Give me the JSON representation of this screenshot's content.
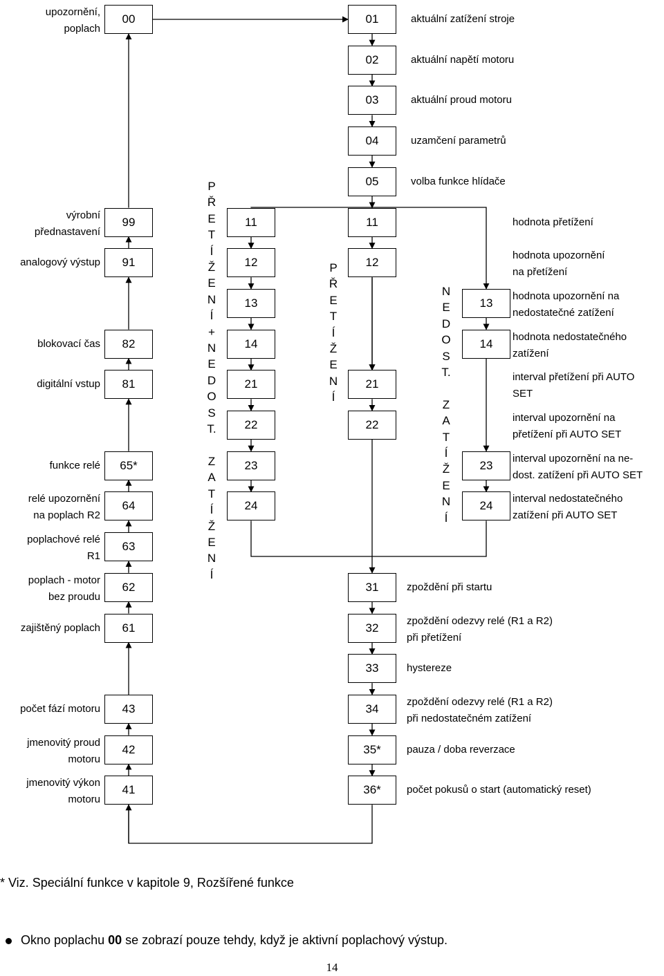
{
  "boxes": [
    {
      "id": "00",
      "label": "00",
      "col": "a",
      "row": 0
    },
    {
      "id": "99",
      "label": "99",
      "col": "a",
      "row": 5
    },
    {
      "id": "91",
      "label": "91",
      "col": "a",
      "row": 6
    },
    {
      "id": "82",
      "label": "82",
      "col": "a",
      "row": 8
    },
    {
      "id": "81",
      "label": "81",
      "col": "a",
      "row": 9
    },
    {
      "id": "65",
      "label": "65*",
      "col": "a",
      "row": 11
    },
    {
      "id": "64",
      "label": "64",
      "col": "a",
      "row": 12
    },
    {
      "id": "63",
      "label": "63",
      "col": "a",
      "row": 13
    },
    {
      "id": "62",
      "label": "62",
      "col": "a",
      "row": 14
    },
    {
      "id": "61",
      "label": "61",
      "col": "a",
      "row": 15
    },
    {
      "id": "43",
      "label": "43",
      "col": "a",
      "row": 17
    },
    {
      "id": "42",
      "label": "42",
      "col": "a",
      "row": 18
    },
    {
      "id": "41",
      "label": "41",
      "col": "a",
      "row": 19
    },
    {
      "id": "b11",
      "label": "11",
      "col": "b",
      "row": 5
    },
    {
      "id": "b12",
      "label": "12",
      "col": "b",
      "row": 6
    },
    {
      "id": "b13",
      "label": "13",
      "col": "b",
      "row": 7
    },
    {
      "id": "b14",
      "label": "14",
      "col": "b",
      "row": 8
    },
    {
      "id": "b21",
      "label": "21",
      "col": "b",
      "row": 9
    },
    {
      "id": "b22",
      "label": "22",
      "col": "b",
      "row": 10
    },
    {
      "id": "b23",
      "label": "23",
      "col": "b",
      "row": 11
    },
    {
      "id": "b24",
      "label": "24",
      "col": "b",
      "row": 12
    },
    {
      "id": "01",
      "label": "01",
      "col": "c",
      "row": 0
    },
    {
      "id": "02",
      "label": "02",
      "col": "c",
      "row": 1
    },
    {
      "id": "03",
      "label": "03",
      "col": "c",
      "row": 2
    },
    {
      "id": "04",
      "label": "04",
      "col": "c",
      "row": 3
    },
    {
      "id": "05",
      "label": "05",
      "col": "c",
      "row": 4
    },
    {
      "id": "c11",
      "label": "11",
      "col": "c",
      "row": 5
    },
    {
      "id": "c12",
      "label": "12",
      "col": "c",
      "row": 6
    },
    {
      "id": "c21",
      "label": "21",
      "col": "c",
      "row": 9
    },
    {
      "id": "c22",
      "label": "22",
      "col": "c",
      "row": 10
    },
    {
      "id": "31",
      "label": "31",
      "col": "c",
      "row": 14
    },
    {
      "id": "32",
      "label": "32",
      "col": "c",
      "row": 15
    },
    {
      "id": "33",
      "label": "33",
      "col": "c",
      "row": 16
    },
    {
      "id": "34",
      "label": "34",
      "col": "c",
      "row": 17
    },
    {
      "id": "35",
      "label": "35*",
      "col": "c",
      "row": 18
    },
    {
      "id": "36",
      "label": "36*",
      "col": "c",
      "row": 19
    },
    {
      "id": "d13",
      "label": "13",
      "col": "d",
      "row": 7
    },
    {
      "id": "d14",
      "label": "14",
      "col": "d",
      "row": 8
    },
    {
      "id": "d23",
      "label": "23",
      "col": "d",
      "row": 11
    },
    {
      "id": "d24",
      "label": "24",
      "col": "d",
      "row": 12
    }
  ],
  "left_labels": [
    {
      "row": 0,
      "lines": [
        "upozornění,",
        "poplach"
      ]
    },
    {
      "row": 5,
      "lines": [
        "výrobní",
        "přednastavení"
      ]
    },
    {
      "row": 6,
      "lines": [
        "analogový výstup"
      ]
    },
    {
      "row": 8,
      "lines": [
        "blokovací čas"
      ]
    },
    {
      "row": 9,
      "lines": [
        "digitální vstup"
      ]
    },
    {
      "row": 11,
      "lines": [
        "funkce relé"
      ]
    },
    {
      "row": 12,
      "lines": [
        "relé upozornění",
        "na poplach R2"
      ]
    },
    {
      "row": 13,
      "lines": [
        "poplachové relé",
        "R1"
      ]
    },
    {
      "row": 14,
      "lines": [
        "poplach - motor",
        "bez proudu"
      ]
    },
    {
      "row": 15,
      "lines": [
        "zajištěný poplach"
      ]
    },
    {
      "row": 17,
      "lines": [
        "počet fází motoru"
      ]
    },
    {
      "row": 18,
      "lines": [
        "jmenovitý proud",
        "motoru"
      ]
    },
    {
      "row": 19,
      "lines": [
        "jmenovitý výkon",
        "motoru"
      ]
    }
  ],
  "right_labels_c": [
    {
      "row": 0,
      "lines": [
        "aktuální zatížení stroje"
      ]
    },
    {
      "row": 1,
      "lines": [
        "aktuální napětí motoru"
      ]
    },
    {
      "row": 2,
      "lines": [
        "aktuální proud motoru"
      ]
    },
    {
      "row": 3,
      "lines": [
        "uzamčení parametrů"
      ]
    },
    {
      "row": 4,
      "lines": [
        "volba funkce hlídače"
      ]
    },
    {
      "row": 14,
      "lines": [
        "zpoždění při startu"
      ]
    },
    {
      "row": 15,
      "lines": [
        "zpoždění odezvy relé (R1 a R2)",
        "při  přetížení"
      ]
    },
    {
      "row": 16,
      "lines": [
        "hystereze"
      ]
    },
    {
      "row": 17,
      "lines": [
        "zpoždění odezvy relé (R1 a R2)",
        "při nedostatečném zatížení"
      ]
    },
    {
      "row": 18,
      "lines": [
        "pauza / doba reverzace"
      ]
    },
    {
      "row": 19,
      "lines": [
        "počet pokusů o start (automatický reset)"
      ]
    }
  ],
  "right_labels_d": [
    {
      "row": 5,
      "lines": [
        "hodnota přetížení"
      ]
    },
    {
      "row": 6,
      "lines": [
        "hodnota upozornění",
        "na přetížení"
      ]
    },
    {
      "row": 7,
      "lines": [
        "hodnota upozornění na",
        "nedostatečné zatížení"
      ]
    },
    {
      "row": 8,
      "lines": [
        "hodnota nedostatečného",
        "zatížení"
      ]
    },
    {
      "row": 9,
      "lines": [
        "interval přetížení při AUTO",
        "SET"
      ]
    },
    {
      "row": 10,
      "lines": [
        "interval upozornění  na",
        "přetížení při AUTO SET"
      ]
    },
    {
      "row": 11,
      "lines": [
        "interval upozornění  na ne-",
        "dost. zatížení při AUTO SET"
      ]
    },
    {
      "row": 12,
      "lines": [
        "interval nedostatečného",
        "zatížení při AUTO SET"
      ]
    }
  ],
  "vertical_words": {
    "pretizeni_nedost_zatizeni": "P\nŘ\nE\nT\nÍ\nŽ\nE\nN\nÍ\n+\nN\nE\nD\nO\nS\nT.\n \nZ\nA\nT\nÍ\nŽ\nE\nN\nÍ",
    "pretizeni": "P\nŘ\nE\nT\nÍ\nŽ\nE\nN\nÍ",
    "nedost_zatizeni": "N\nE\nD\nO\nS\nT.\n \nZ\nA\nT\nÍ\nŽ\nE\nN\nÍ"
  },
  "footnote": "* Viz. Speciální funkce v kapitole 9, Rozšířené funkce",
  "bullet_note": {
    "before": "Okno poplachu ",
    "bold": "00",
    "after": " se zobrazí pouze tehdy, když je aktivní poplachový výstup."
  },
  "page_number": "14"
}
